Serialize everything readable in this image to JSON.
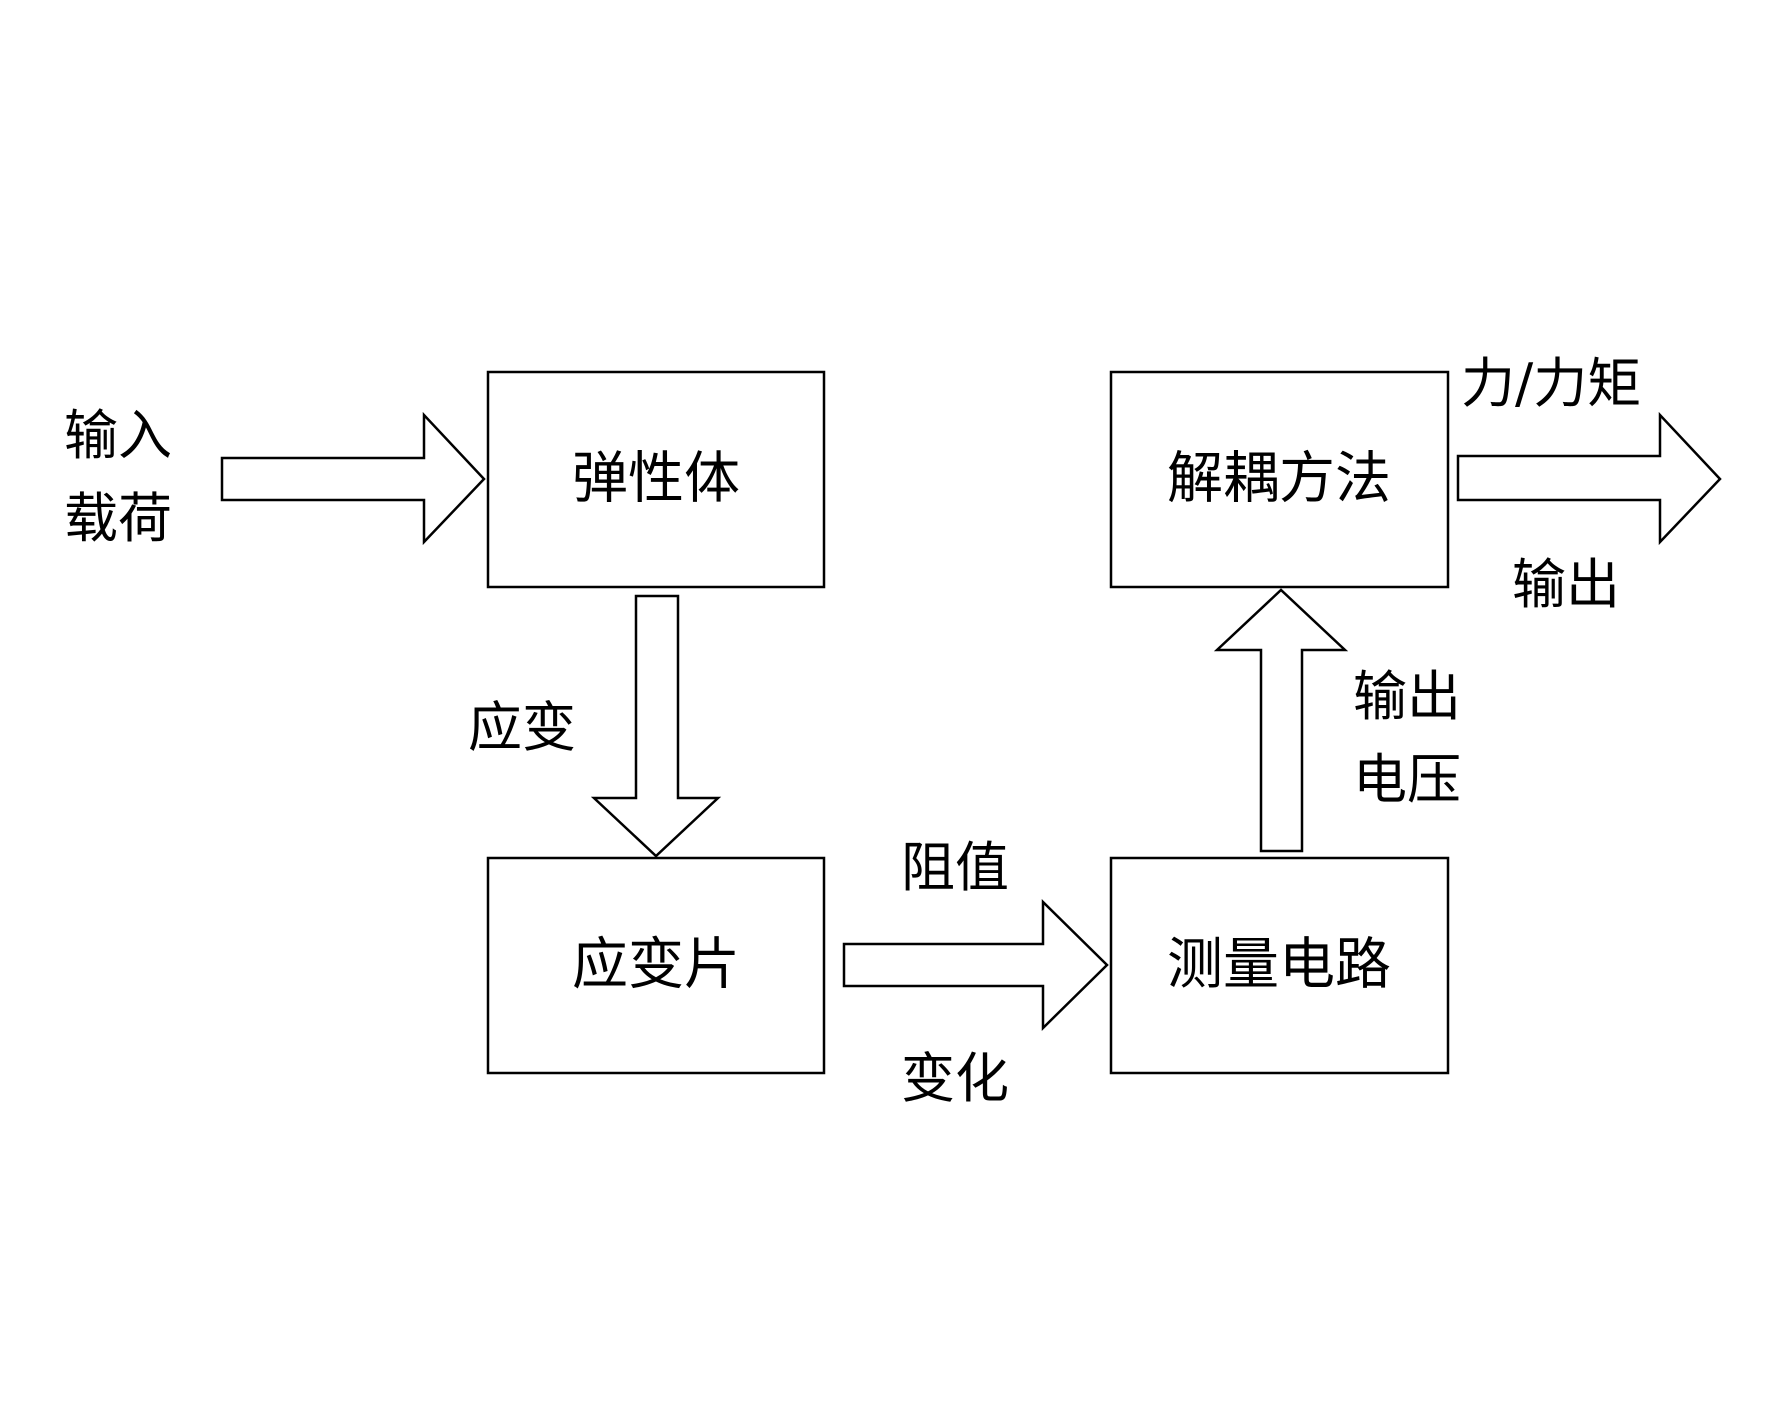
{
  "boxes": {
    "elastic_body": "弹性体",
    "strain_gauge": "应变片",
    "decoupling_method": "解耦方法",
    "measurement_circuit": "测量电路"
  },
  "labels": {
    "input_load_line1": "输入",
    "input_load_line2": "载荷",
    "strain": "应变",
    "resistance_line1": "阻值",
    "resistance_line2": "变化",
    "output_voltage_line1": "输出",
    "output_voltage_line2": "电压",
    "force_torque": "力/力矩",
    "output": "输出"
  }
}
